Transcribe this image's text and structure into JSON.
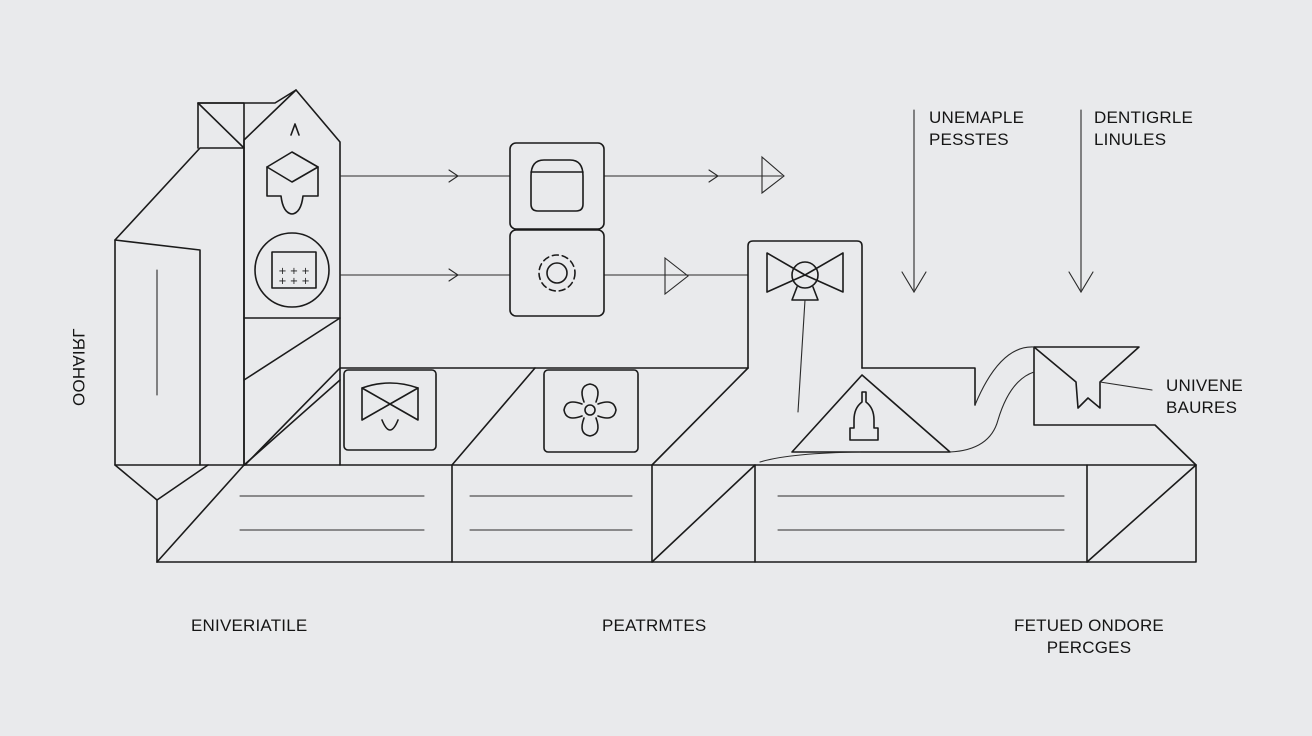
{
  "labels": {
    "side": "OOHAIRL",
    "top_left": [
      "UNEMAPLE",
      "PESSTES"
    ],
    "top_right": [
      "DENTIGRLE",
      "LINULES"
    ],
    "right": [
      "UNIVENE",
      "BAURES"
    ],
    "bottom_left": "ENIVERIATILE",
    "bottom_center": "PEATRMTES",
    "bottom_right": [
      "FETUED ONDORE",
      "PERCGES"
    ]
  },
  "icons": [
    "cube-cloud-icon",
    "dotted-panel-icon",
    "container-icon",
    "gear-icon",
    "bow-valve-icon",
    "bow-valve-small-icon",
    "fan-icon",
    "bottle-icon",
    "funnel-icon"
  ],
  "colors": {
    "background": "#e9eaec",
    "line": "#1b1b1b"
  }
}
